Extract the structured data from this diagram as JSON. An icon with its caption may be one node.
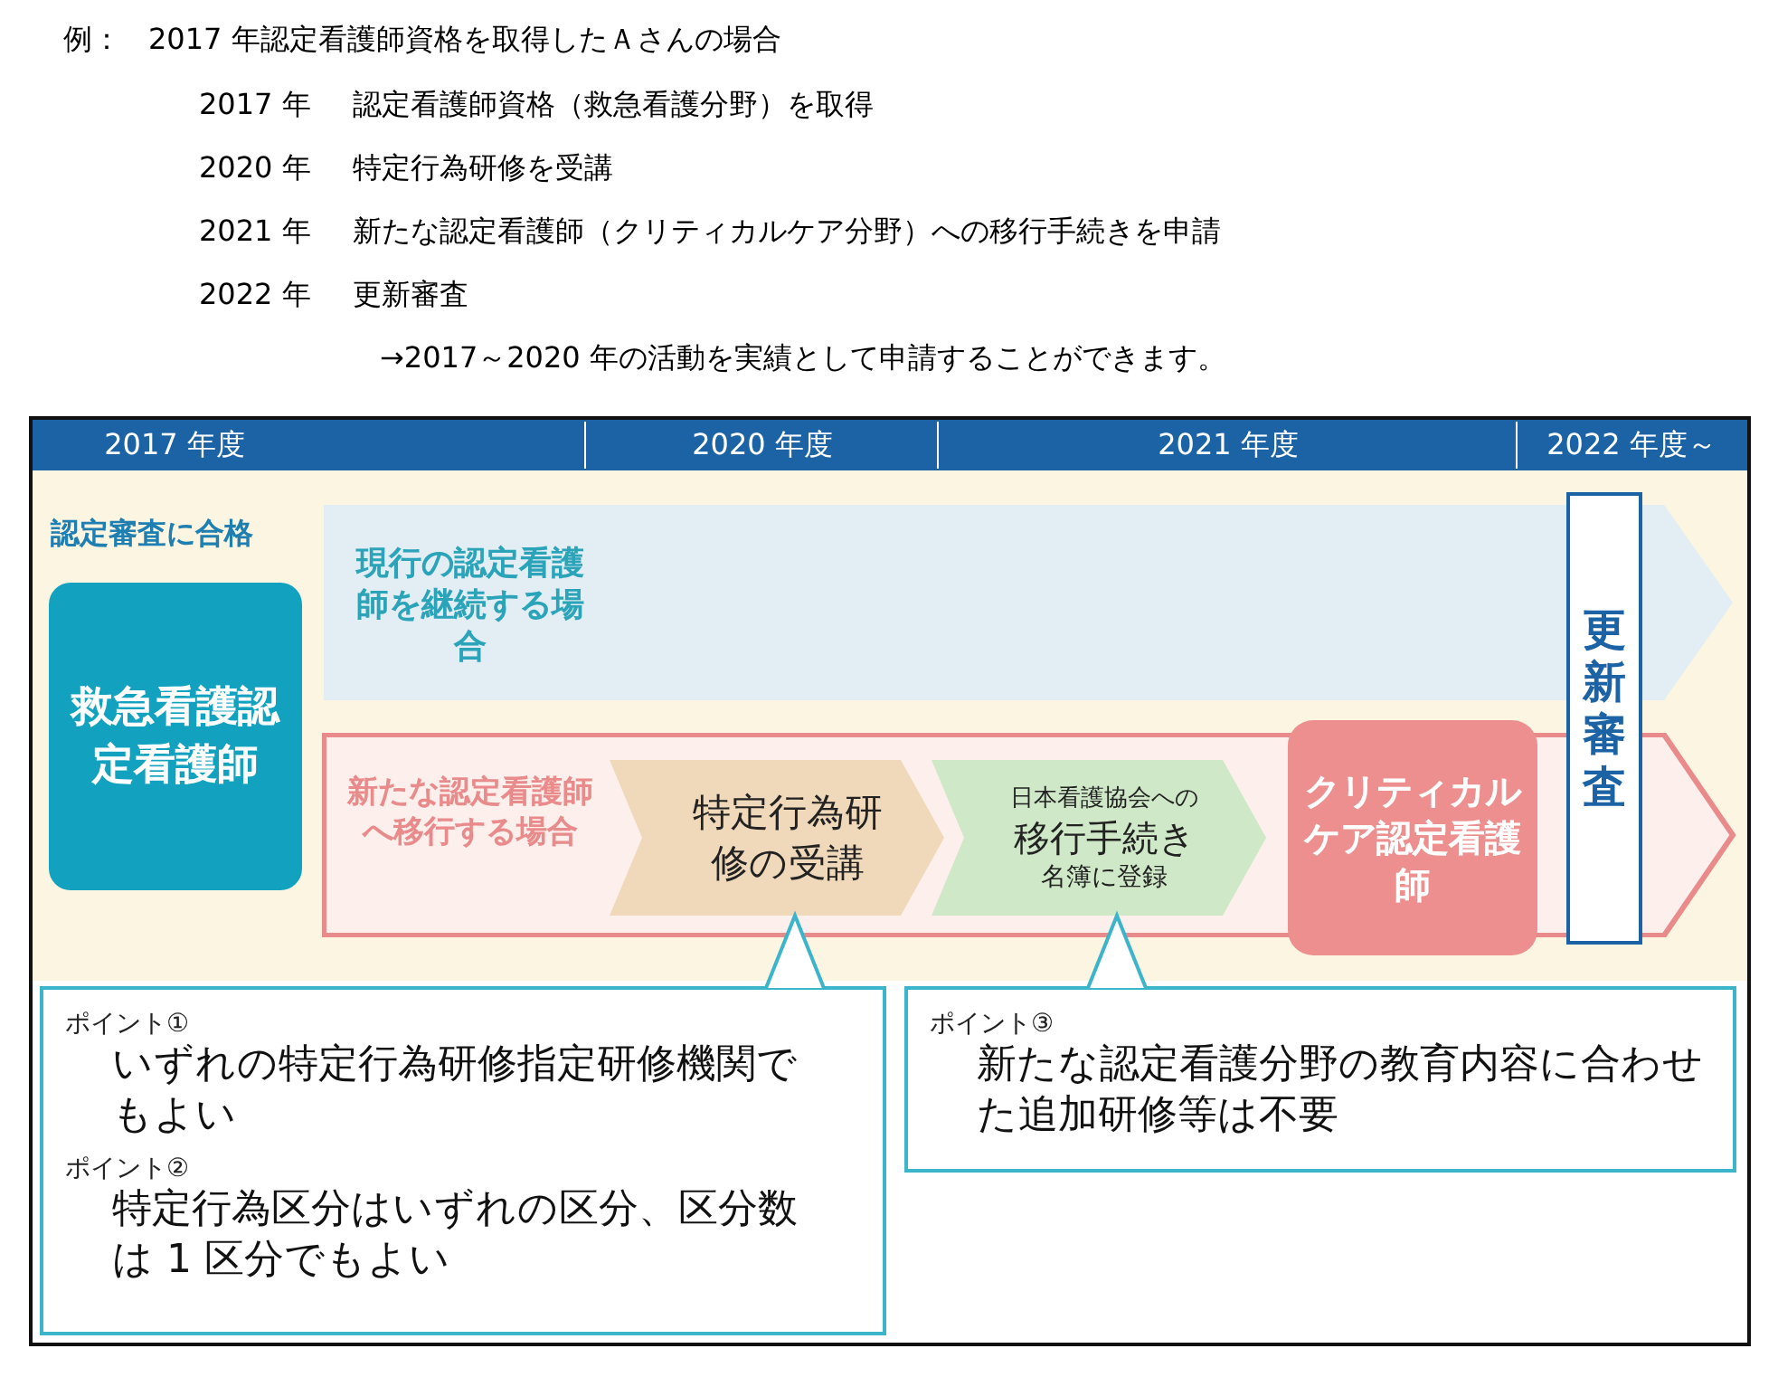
{
  "diagram": {
    "nodes": [
      {
        "text": [
          "救急看護認定看護師"
        ]
      },
      {
        "text": [
          "現行の認定看護師を継続する場合"
        ]
      },
      {
        "text": [
          "新たな認定看護師へ移行する場合"
        ]
      },
      {
        "text": [
          "特定行為研修の受講"
        ],
        "in": 2
      },
      {
        "text": [
          "日本看護協会への",
          "移行手続き",
          "名簿に登録"
        ],
        "in": 2
      },
      {
        "text": [
          "クリティカルケア認定看護師"
        ],
        "in": 2
      },
      {
        "text": [
          "更新審査"
        ]
      },
      {
        "text": [
          "ポイント①",
          "いずれの特定行為研修指定研修機関でもよい",
          "ポイント②",
          "特定行為区分はいずれの区分、区分数は 1 区分でもよい"
        ]
      },
      {
        "text": [
          "ポイント③",
          "新たな認定看護分野の教育内容に合わせた追加研修等は不要"
        ]
      }
    ],
    "edges": [
      {
        "from": 7,
        "to": 3,
        "arrow": "to"
      },
      {
        "from": 8,
        "to": 4,
        "arrow": "to"
      }
    ],
    "labels": [
      "例：",
      "2017 年認定看護師資格を取得したＡさんの場合",
      "2017 年",
      "認定看護師資格（救急看護分野）を取得",
      "2020 年",
      "特定行為研修を受講",
      "2021 年",
      "新たな認定看護師（クリティカルケア分野）への移行手続きを申請",
      "2022 年",
      "更新審査",
      "→2017～2020 年の活動を実績として申請することができます。",
      "2017 年度",
      "2020 年度",
      "2021 年度",
      "2022 年度～",
      "認定審査に合格"
    ]
  }
}
